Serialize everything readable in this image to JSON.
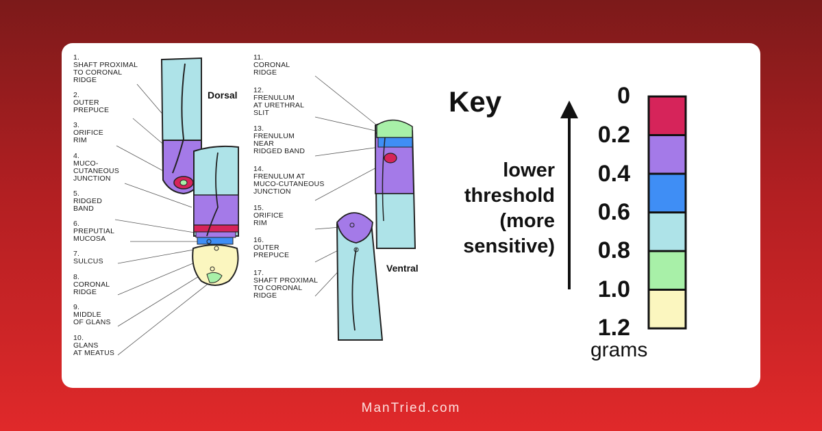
{
  "diagram": {
    "views": {
      "dorsal": "Dorsal",
      "ventral": "Ventral"
    },
    "dorsal_labels": [
      "1.\nSHAFT PROXIMAL\nTO CORONAL\nRIDGE",
      "2.\nOUTER\nPREPUCE",
      "3.\nORIFICE\nRIM",
      "4.\nMUCO-\nCUTANEOUS\nJUNCTION",
      "5.\nRIDGED\nBAND",
      "6.\nPREPUTIAL\nMUCOSA",
      "7.\nSULCUS",
      "8.\nCORONAL\nRIDGE",
      "9.\nMIDDLE\nOF GLANS",
      "10.\nGLANS\nAT MEATUS"
    ],
    "ventral_labels": [
      "11.\nCORONAL\nRIDGE",
      "12.\nFRENULUM\nAT URETHRAL\nSLIT",
      "13.\nFRENULUM\nNEAR\nRIDGED BAND",
      "14.\nFRENULUM AT\nMUCO-CUTANEOUS\nJUNCTION",
      "15.\nORIFICE\nRIM",
      "16.\nOUTER\nPREPUCE",
      "17.\nSHAFT PROXIMAL\nTO CORONAL\nRIDGE"
    ]
  },
  "key": {
    "title": "Key",
    "description": "lower\nthreshold\n(more\nsensitive)",
    "scale_labels": [
      "0",
      "0.2",
      "0.4",
      "0.6",
      "0.8",
      "1.0",
      "1.2"
    ],
    "units": "grams",
    "colors": [
      "#d6245a",
      "#a47ae8",
      "#3f8ef5",
      "#aee3e8",
      "#a8f0a8",
      "#fbf6bf"
    ]
  },
  "footer": {
    "site": "ManTried.com"
  }
}
